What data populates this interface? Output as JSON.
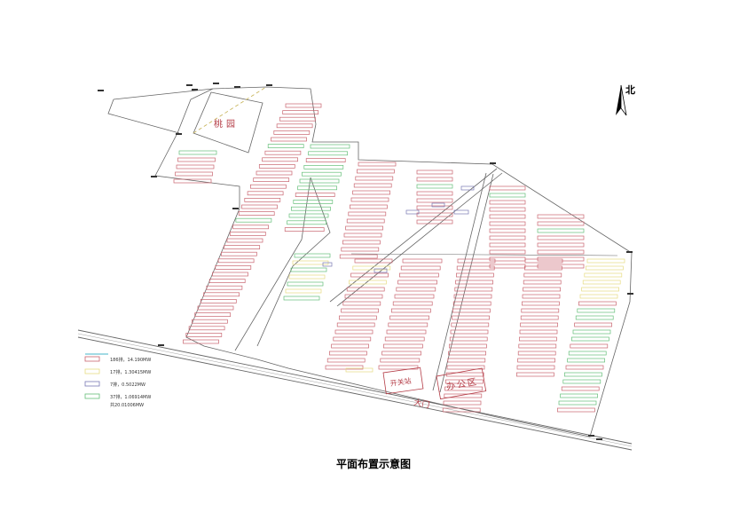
{
  "labels": {
    "peach_garden": "桃园",
    "north": "北",
    "switch_station": "开关站",
    "office_area": "办公区",
    "main_gate": "大门",
    "caption": "平面布置示意图"
  },
  "legend": [
    {
      "swatch": "",
      "text": "186排，14.190MW",
      "color": "#c8646e"
    },
    {
      "swatch": "",
      "text": "17排，1.30415MW",
      "color": "#e6dc82"
    },
    {
      "swatch": "",
      "text": "7排，0.5022MW",
      "color": "#7878b4"
    },
    {
      "swatch": "",
      "text": "37排，1.06914MW",
      "color": "#64be78"
    },
    {
      "swatch": "",
      "text": "共20.01006MW",
      "color": ""
    }
  ],
  "colors": {
    "pink": "#c8646e",
    "yellow": "#e6dc82",
    "purple": "#7878b4",
    "green": "#64be78",
    "line": "#666666",
    "label_red": "#b43c46"
  }
}
